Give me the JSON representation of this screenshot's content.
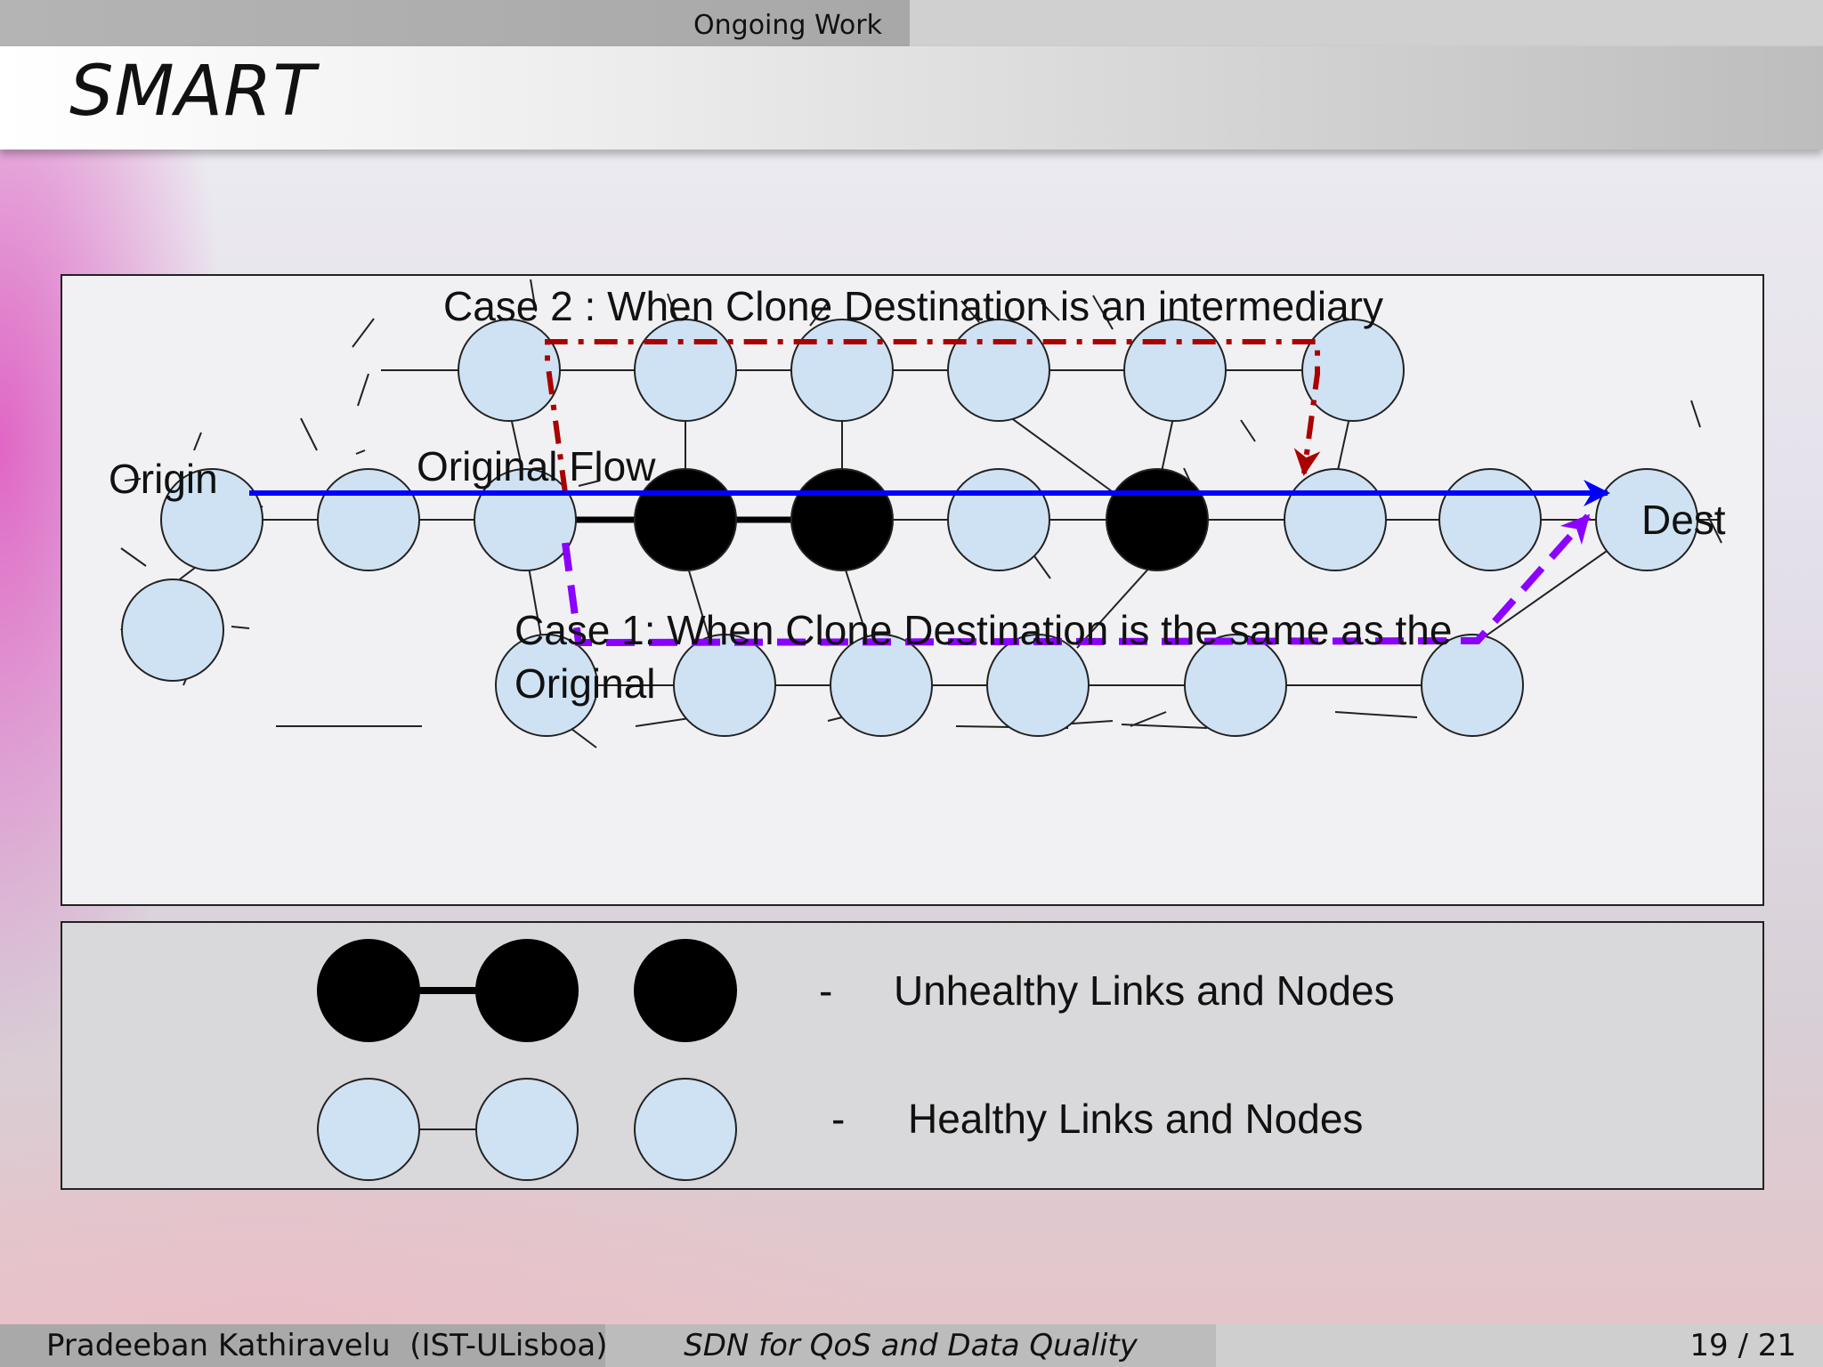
{
  "header": {
    "section": "Ongoing Work",
    "frame_title": "SMART"
  },
  "figure": {
    "case2_label": "Case 2 : When Clone Destination is an intermediary",
    "origin_label": "Origin",
    "original_flow_label": "Original Flow",
    "dest_label": "Dest",
    "case1_label_line1": "Case 1: When Clone Destination is the same as the",
    "case1_label_line2": "Original"
  },
  "legend": {
    "unhealthy_dash": "-",
    "unhealthy_label": "Unhealthy Links and Nodes",
    "healthy_dash": "-",
    "healthy_label": "Healthy Links and Nodes"
  },
  "footer": {
    "author": "Pradeeban Kathiravelu  (IST-ULisboa)",
    "talk": "SDN for QoS and Data Quality",
    "page": "19 / 21"
  },
  "colors": {
    "healthy_node": "#cfe2f3",
    "unhealthy_node": "#000000",
    "original_flow": "#0000ff",
    "case1_path": "#8b00ff",
    "case2_path": "#aa0000"
  }
}
